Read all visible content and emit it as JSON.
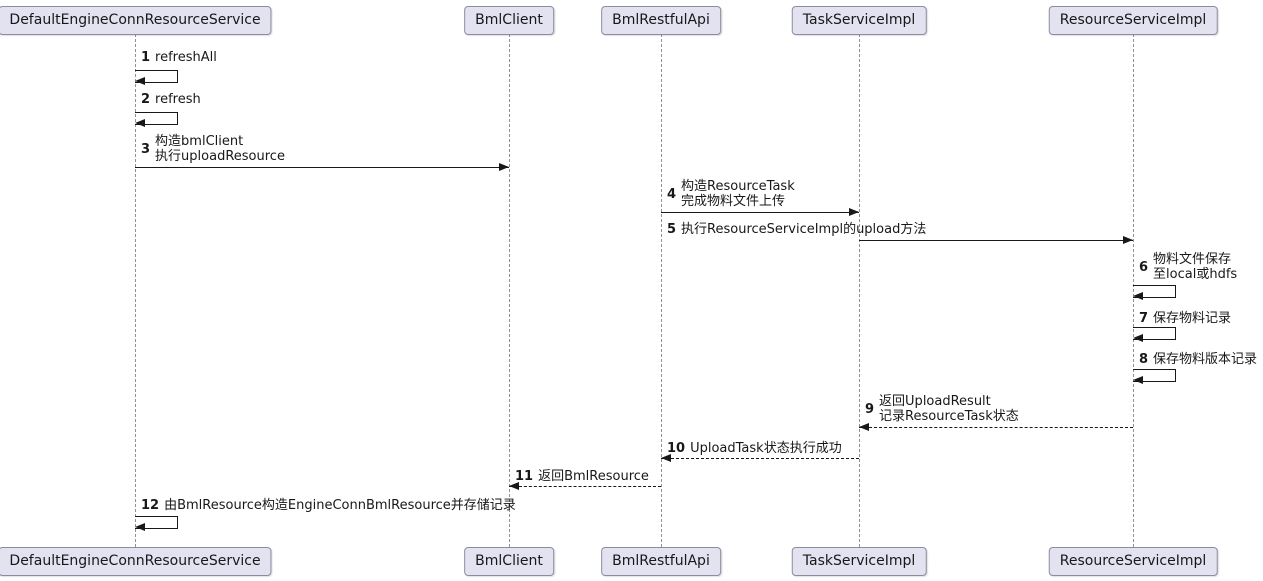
{
  "diagram": {
    "type": "sequence-diagram",
    "participants": [
      {
        "name": "DefaultEngineConnResourceService"
      },
      {
        "name": "BmlClient"
      },
      {
        "name": "BmlRestfulApi"
      },
      {
        "name": "TaskServiceImpl"
      },
      {
        "name": "ResourceServiceImpl"
      }
    ],
    "messages": [
      {
        "num": "1",
        "from": "DefaultEngineConnResourceService",
        "to": "DefaultEngineConnResourceService",
        "style": "self",
        "lines": [
          "refreshAll"
        ]
      },
      {
        "num": "2",
        "from": "DefaultEngineConnResourceService",
        "to": "DefaultEngineConnResourceService",
        "style": "self",
        "lines": [
          "refresh"
        ]
      },
      {
        "num": "3",
        "from": "DefaultEngineConnResourceService",
        "to": "BmlClient",
        "style": "solid",
        "lines": [
          "构造bmlClient",
          "执行uploadResource"
        ]
      },
      {
        "num": "4",
        "from": "BmlRestfulApi",
        "to": "TaskServiceImpl",
        "style": "solid",
        "lines": [
          "构造ResourceTask",
          "完成物料文件上传"
        ]
      },
      {
        "num": "5",
        "from": "TaskServiceImpl",
        "to": "ResourceServiceImpl",
        "style": "solid",
        "lines": [
          "执行ResourceServiceImpl的upload方法"
        ]
      },
      {
        "num": "6",
        "from": "ResourceServiceImpl",
        "to": "ResourceServiceImpl",
        "style": "self",
        "lines": [
          "物料文件保存",
          "至local或hdfs"
        ]
      },
      {
        "num": "7",
        "from": "ResourceServiceImpl",
        "to": "ResourceServiceImpl",
        "style": "self",
        "lines": [
          "保存物料记录"
        ]
      },
      {
        "num": "8",
        "from": "ResourceServiceImpl",
        "to": "ResourceServiceImpl",
        "style": "self",
        "lines": [
          "保存物料版本记录"
        ]
      },
      {
        "num": "9",
        "from": "ResourceServiceImpl",
        "to": "TaskServiceImpl",
        "style": "dashed",
        "lines": [
          "返回UploadResult",
          "记录ResourceTask状态"
        ]
      },
      {
        "num": "10",
        "from": "TaskServiceImpl",
        "to": "BmlRestfulApi",
        "style": "dashed",
        "lines": [
          "UploadTask状态执行成功"
        ]
      },
      {
        "num": "11",
        "from": "BmlRestfulApi",
        "to": "BmlClient",
        "style": "dashed",
        "lines": [
          "返回BmlResource"
        ]
      },
      {
        "num": "12",
        "from": "DefaultEngineConnResourceService",
        "to": "DefaultEngineConnResourceService",
        "style": "self",
        "lines": [
          "由BmlResource构造EngineConnBmlResource并存储记录"
        ]
      }
    ],
    "colors": {
      "bg": "#ffffff",
      "participant_fill": "#E2E2F0",
      "participant_border": "#8c8ca0",
      "lifeline": "#909090",
      "arrow": "#181818",
      "text": "#181818"
    }
  }
}
